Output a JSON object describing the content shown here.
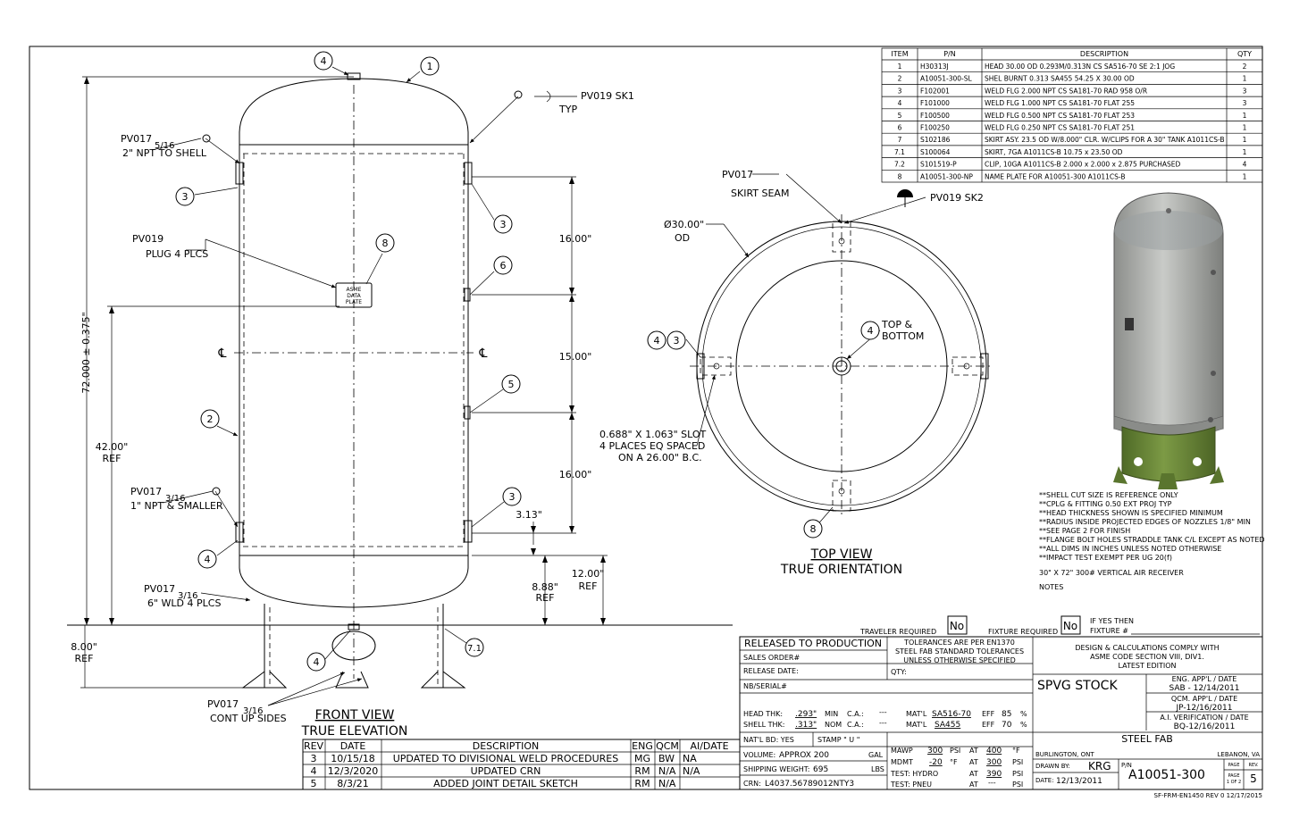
{
  "bom": {
    "headers": [
      "ITEM",
      "P/N",
      "DESCRIPTION",
      "QTY"
    ],
    "rows": [
      [
        "1",
        "H30313J",
        "HEAD 30.00 OD 0.293M/0.313N CS SA516-70 SE 2:1 JOG",
        "2"
      ],
      [
        "2",
        "A10051-300-SL",
        "SHEL BURNT 0.313 SA455 54.25 X 30.00 OD",
        "1"
      ],
      [
        "3",
        "F102001",
        "WELD FLG 2.000 NPT CS SA181-70 RAD 958 O/R",
        "3"
      ],
      [
        "4",
        "F101000",
        "WELD FLG 1.000 NPT CS SA181-70 FLAT 255",
        "3"
      ],
      [
        "5",
        "F100500",
        "WELD FLG 0.500 NPT CS SA181-70 FLAT 253",
        "1"
      ],
      [
        "6",
        "F100250",
        "WELD FLG 0.250 NPT CS SA181-70 FLAT 251",
        "1"
      ],
      [
        "7",
        "S102186",
        "SKIRT ASY. 23.5 OD W/8.000\" CLR. W/CLIPS FOR A 30\" TANK A1011CS-B",
        "1"
      ],
      [
        "7.1",
        "S100064",
        "SKIRT, 7GA A1011CS-B 10.75 x 23.50 OD",
        "1"
      ],
      [
        "7.2",
        "S101519-P",
        "CLIP, 10GA A1011CS-B 2.000 x 2.000 x 2.875 PURCHASED",
        "4"
      ],
      [
        "8",
        "A10051-300-NP",
        "NAME PLATE FOR A10051-300 A1011CS-B",
        "1"
      ]
    ]
  },
  "front": {
    "balloons": [
      "4",
      "1",
      "3",
      "3",
      "8",
      "6",
      "5",
      "2",
      "3",
      "4",
      "4",
      "7.1"
    ],
    "callouts": {
      "pv019_sk1": "PV019 SK1",
      "typ": "TYP",
      "pv017_a": "PV017",
      "frac_a": "5/16",
      "npt2": "2\" NPT TO SHELL",
      "pv019_plug": "PV019",
      "plug": "PLUG 4 PLCS",
      "pv017_b": "PV017",
      "frac_b": "3/16",
      "npt1": "1\" NPT & SMALLER",
      "pv017_c": "PV017",
      "frac_c": "3/16",
      "wld": "6\" WLD 4 PLCS",
      "pv017_d": "PV017",
      "frac_d": "3/16",
      "contup": "CONT UP SIDES",
      "cl": "℄"
    },
    "nameplate": [
      "ASME",
      "DATA",
      "PLATE"
    ],
    "dims": {
      "d16a": "16.00\"",
      "d15": "15.00\"",
      "d16b": "16.00\"",
      "d313": "3.13\"",
      "d888": "8.88\"",
      "d888ref": "REF",
      "d12": "12.00\"",
      "d12ref": "REF",
      "d72": "72.000 ± 0.375\"",
      "d42": "42.00\"",
      "d42ref": "REF",
      "d8": "8.00\"",
      "d8ref": "REF"
    },
    "title1": "FRONT VIEW",
    "title2": "TRUE ELEVATION"
  },
  "top": {
    "pv017": "PV017",
    "skirt_seam": "SKIRT SEAM",
    "pv019sk2": "PV019 SK2",
    "dia": "Ø30.00\"",
    "od": "OD",
    "topbottom1": "TOP &",
    "topbottom2": "BOTTOM",
    "slot1": "0.688\" X 1.063\" SLOT",
    "slot2": "4 PLACES EQ SPACED",
    "slot3": "ON A 26.00\" B.C.",
    "balloons": [
      "4",
      "3",
      "4",
      "8"
    ],
    "title1": "TOP VIEW",
    "title2": "TRUE ORIENTATION"
  },
  "notes": {
    "lines": [
      "**SHELL CUT SIZE IS REFERENCE ONLY",
      "**CPLG & FITTING 0.50 EXT PROJ TYP",
      "**HEAD THICKNESS SHOWN IS SPECIFIED MINIMUM",
      "**RADIUS INSIDE PROJECTED EDGES OF NOZZLES 1/8\" MIN",
      "**SEE PAGE 2 FOR FINISH",
      "**FLANGE BOLT HOLES STRADDLE TANK C/L EXCEPT AS NOTED",
      "**ALL DIMS IN INCHES UNLESS NOTED OTHERWISE",
      "**IMPACT TEST EXEMPT PER UG 20(f)"
    ],
    "product": "30\" X 72\" 300# VERTICAL AIR RECEIVER",
    "label": "NOTES"
  },
  "req": {
    "traveler": "TRAVELER REQUIRED",
    "traveler_val": "No",
    "fixture": "FIXTURE REQUIRED",
    "fixture_val": "No",
    "ifyes1": "IF YES THEN",
    "ifyes2": "FIXTURE #"
  },
  "title": {
    "released": "RELEASED TO PRODUCTION",
    "tol1": "TOLERANCES ARE PER EN1370",
    "tol2": "STEEL FAB STANDARD TOLERANCES",
    "tol3": "UNLESS OTHERWISE SPECIFIED",
    "design1": "DESIGN & CALCULATIONS COMPLY WITH",
    "design2": "ASME CODE SECTION VIII, DIV1.",
    "design3": "LATEST EDITION",
    "sales": "SALES ORDER#",
    "reldate": "RELEASE DATE:",
    "qty": "QTY:",
    "nb": "NB/SERIAL#",
    "spvg": "SPVG STOCK",
    "eng_lbl": "ENG. APP'L / DATE",
    "eng_val": "SAB - 12/14/2011",
    "qcm_lbl": "QCM. APP'L / DATE",
    "qcm_val": "JP-12/16/2011",
    "ai_lbl": "A.I. VERIFICATION / DATE",
    "ai_val": "BQ-12/16/2011",
    "headthk": "HEAD THK:",
    "headthk_v": ".293\"",
    "min": "MIN",
    "ca": "C.A.:",
    "ca1": "---",
    "matl1": "MAT'L",
    "matl1_v": "SA516-70",
    "eff": "EFF",
    "eff1": "85",
    "pct": "%",
    "shellthk": "SHELL THK:",
    "shellthk_v": ".313\"",
    "nom": "NOM",
    "ca2": "---",
    "matl2_v": "SA455",
    "eff2": "70",
    "natl": "NAT'L BD: YES",
    "stamp": "STAMP \"  U  \"",
    "steelfab": "STEEL FAB",
    "volume": "VOLUME:",
    "volume_v": "APPROX 200",
    "gal": "GAL",
    "shipw": "SHIPPING WEIGHT:",
    "shipw_v": "695",
    "lbs": "LBS",
    "crn": "CRN:",
    "crn_v": "L4037.56789012NTY3",
    "mawp": "MAWP",
    "mawp_v": "300",
    "psi": "PSI",
    "at": "AT",
    "mawp_t": "400",
    "degf": "°F",
    "mdmt": "MDMT",
    "mdmt_v": "-20",
    "mdmt_at": "300",
    "test_hydro": "TEST: HYDRO",
    "hydro_at": "390",
    "test_pneu": "TEST: PNEU",
    "pneu_at": "---",
    "burlington": "BURLINGTON, ONT",
    "lebanon": "LEBANON, VA",
    "drawnby": "DRAWN BY:",
    "drawnby_v": "KRG",
    "pn": "P/N",
    "pn_v": "A10051-300",
    "page_lbl": "PAGE",
    "page_v": "1 OF 2",
    "rev_lbl": "REV.",
    "rev_v": "5",
    "date_lbl": "DATE:",
    "date_v": "12/13/2011",
    "form": "SF-FRM-EN1450  REV 0 12/17/2015"
  },
  "rev": {
    "headers": [
      "REV",
      "DATE",
      "DESCRIPTION",
      "ENG",
      "QCM",
      "AI/DATE"
    ],
    "rows": [
      [
        "3",
        "10/15/18",
        "UPDATED TO DIVISIONAL WELD PROCEDURES",
        "MG",
        "BW",
        "NA"
      ],
      [
        "4",
        "12/3/2020",
        "UPDATED CRN",
        "RM",
        "N/A",
        "N/A"
      ],
      [
        "5",
        "8/3/21",
        "ADDED JOINT DETAIL SKETCH",
        "RM",
        "N/A",
        ""
      ]
    ]
  },
  "colors": {
    "tank_grey": "#b9bbb8",
    "skirt_green": "#6f8a3c"
  }
}
